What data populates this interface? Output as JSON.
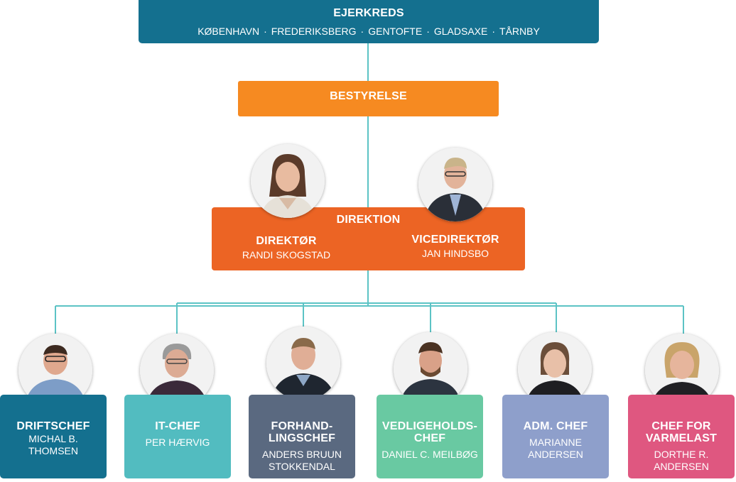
{
  "ejerkreds": {
    "title": "EJERKREDS",
    "owners": [
      "KØBENHAVN",
      "FREDERIKSBERG",
      "GENTOFTE",
      "GLADSAXE",
      "TÅRNBY"
    ],
    "separator": "·"
  },
  "bestyrelse": {
    "title": "BESTYRELSE"
  },
  "direktion": {
    "title": "DIREKTION",
    "left": {
      "role": "DIREKTØR",
      "name": "RANDI SKOGSTAD"
    },
    "right": {
      "role": "VICEDIREKTØR",
      "name": "JAN HINDSBO"
    }
  },
  "staff": [
    {
      "role_lines": [
        "DRIFTSCHEF"
      ],
      "name_lines": [
        "MICHAL B.",
        "THOMSEN"
      ],
      "color": "#14708f"
    },
    {
      "role_lines": [
        "IT-CHEF"
      ],
      "name_lines": [
        "PER HÆRVIG"
      ],
      "color": "#52bcc0"
    },
    {
      "role_lines": [
        "FORHAND-",
        "LINGSCHEF"
      ],
      "name_lines": [
        "ANDERS BRUUN",
        "STOKKENDAL"
      ],
      "color": "#5a6980"
    },
    {
      "role_lines": [
        "VEDLIGEHOLDS-",
        "CHEF"
      ],
      "name_lines": [
        "DANIEL C. MEILBØG"
      ],
      "color": "#69c9a2"
    },
    {
      "role_lines": [
        "ADM. CHEF"
      ],
      "name_lines": [
        "MARIANNE",
        "ANDERSEN"
      ],
      "color": "#8e9fcb"
    },
    {
      "role_lines": [
        "CHEF FOR",
        "VARMELAST"
      ],
      "name_lines": [
        "DORTHE R.",
        "ANDERSEN"
      ],
      "color": "#df5780"
    }
  ],
  "colors": {
    "ejerkreds": "#14708f",
    "bestyrelse": "#f68a21",
    "direktion": "#ec6424",
    "connector": "#5cc3c5"
  }
}
